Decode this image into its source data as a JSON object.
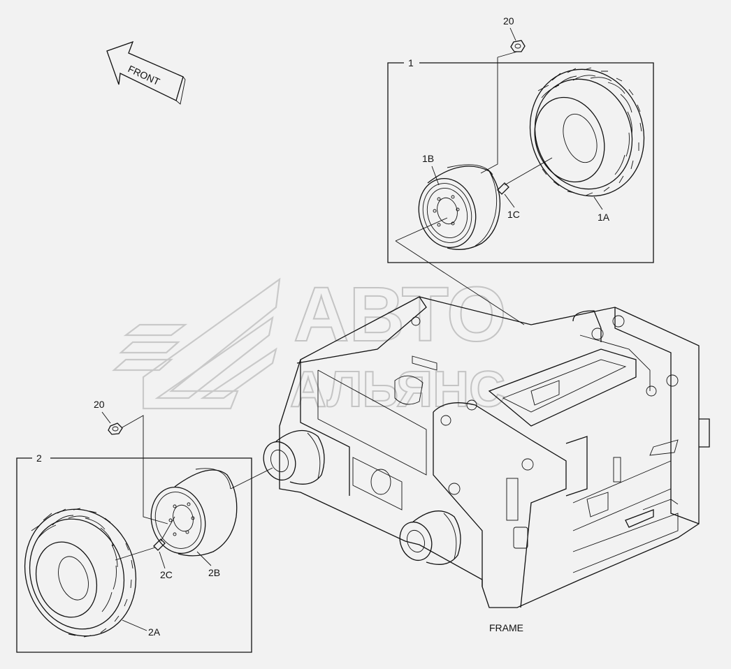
{
  "front_arrow": {
    "label": "FRONT"
  },
  "watermark": {
    "line1": "АВТО",
    "line2": "АЛЬЯНС"
  },
  "callouts": {
    "top_nut": "20",
    "box1": "1",
    "rim1": "1B",
    "valve1": "1C",
    "tire1": "1A",
    "left_nut": "20",
    "box2": "2",
    "valve2": "2C",
    "rim2": "2B",
    "tire2": "2A",
    "frame": "FRAME"
  }
}
